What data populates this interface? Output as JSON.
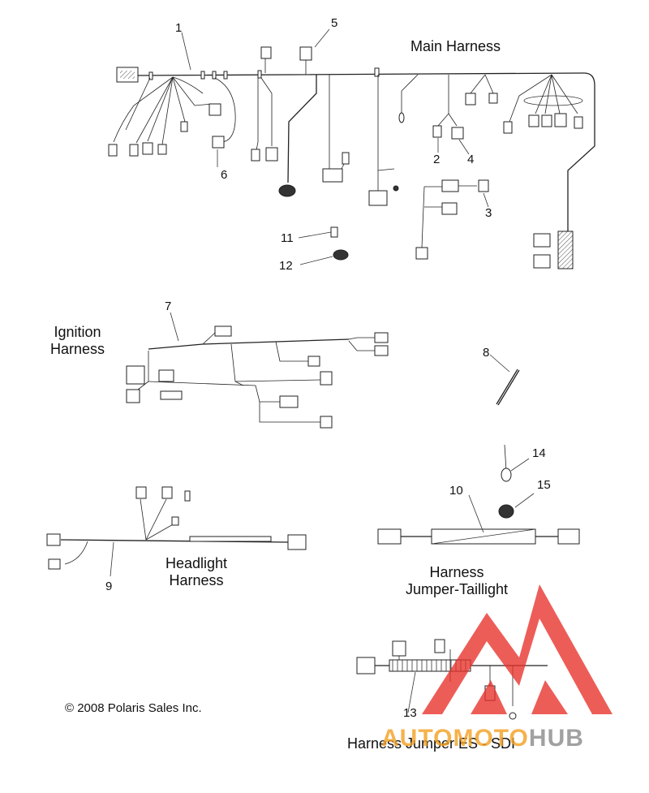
{
  "titles": {
    "main": "Main Harness",
    "ignition": "Ignition\nHarness",
    "headlight": "Headlight\nHarness",
    "taillight": "Harness\nJumper-Taillight",
    "es_sdi": "Harness Jumper ES - SDI"
  },
  "callouts": [
    "1",
    "2",
    "3",
    "4",
    "5",
    "6",
    "7",
    "8",
    "9",
    "10",
    "11",
    "12",
    "13",
    "14",
    "15"
  ],
  "copyright": "© 2008 Polaris Sales Inc.",
  "watermark": {
    "word_left": "AUTOMOTO",
    "word_right": "HUB",
    "color_red": "#e8302a",
    "color_orange": "#f3a020",
    "color_gray": "#8a8a8a"
  }
}
